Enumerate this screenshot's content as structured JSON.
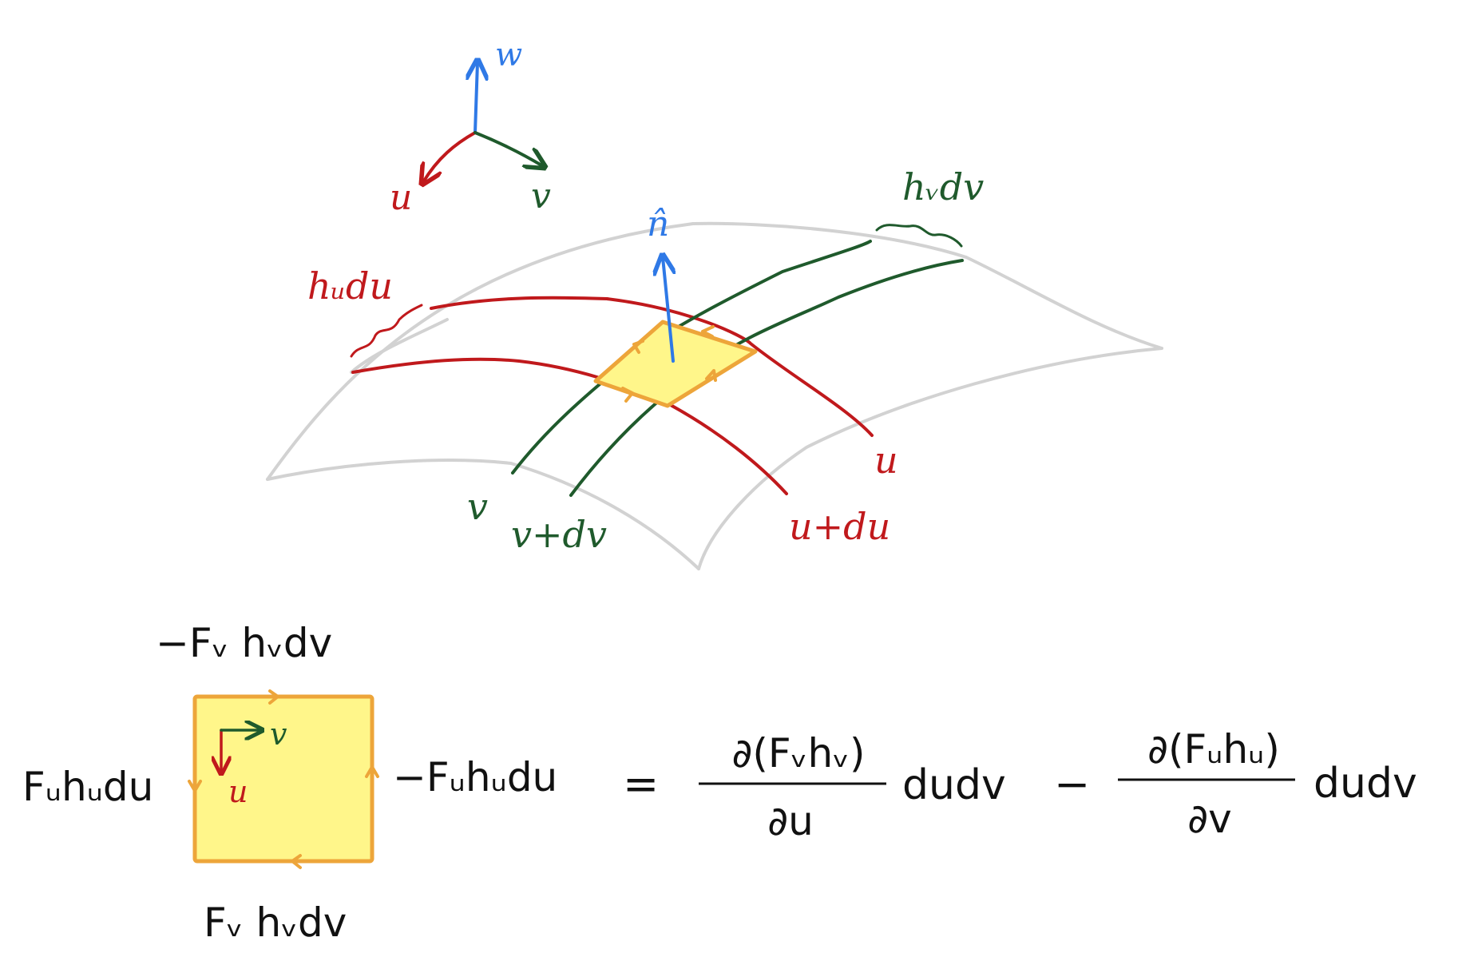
{
  "colors": {
    "u": "#c0191c",
    "v": "#1f5a2c",
    "w": "#2f79e6",
    "surface": "#d2d2d2",
    "patch_fill": "#fff68a",
    "patch_edge": "#eda53a",
    "ink": "#111111"
  },
  "axes": {
    "w": "w",
    "u": "u",
    "v": "v"
  },
  "normal": "n̂",
  "top_labels": {
    "hv_dv": "hᵥdv",
    "hu_du": "hᵤdu",
    "u": "u",
    "u_plus_du": "u+du",
    "v": "v",
    "v_plus_dv": "v+dv"
  },
  "loop": {
    "top": "−Fᵥ hᵥdv",
    "bottom": "Fᵥ hᵥdv",
    "left": "Fᵤhᵤdu",
    "right": "−Fᵤhᵤdu",
    "inner_v": "v",
    "inner_u": "u"
  },
  "equation": {
    "equals": "=",
    "frac1_num": "∂(Fᵥhᵥ)",
    "frac1_den": "∂u",
    "term1_tail": "dudv",
    "minus": "−",
    "frac2_num": "∂(Fᵤhᵤ)",
    "frac2_den": "∂v",
    "term2_tail": "dudv"
  }
}
